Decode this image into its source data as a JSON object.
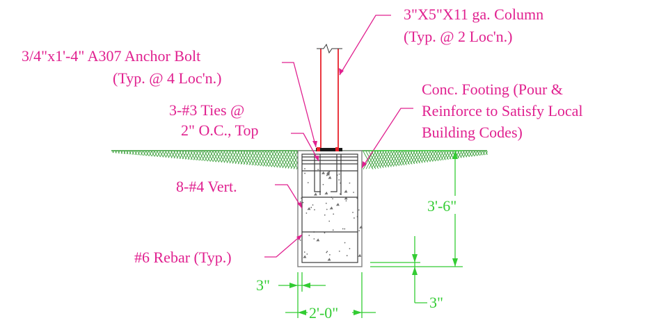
{
  "labels": {
    "column_line1": "3\"X5\"X11 ga. Column",
    "column_line2": "(Typ. @ 2 Loc'n.)",
    "bolt_line1": "3/4\"x1'-4\" A307 Anchor Bolt",
    "bolt_line2": "(Typ. @ 4 Loc'n.)",
    "footing_line1": "Conc. Footing (Pour &",
    "footing_line2": "Reinforce to Satisfy Local",
    "footing_line3": "Building Codes)",
    "ties_line1": "3-#3 Ties @",
    "ties_line2": "2\" O.C., Top",
    "vert": "8-#4 Vert.",
    "rebar": "#6 Rebar (Typ.)"
  },
  "dimensions": {
    "depth": "3'-6\"",
    "width": "2'-0\"",
    "side_cover": "3\"",
    "bottom_cover": "3\""
  },
  "colors": {
    "leader_text": "#e0208f",
    "dimension": "#33cc33",
    "column": "#e8202a",
    "ground_hatch": "#2f9a2f",
    "concrete": "#808080"
  }
}
